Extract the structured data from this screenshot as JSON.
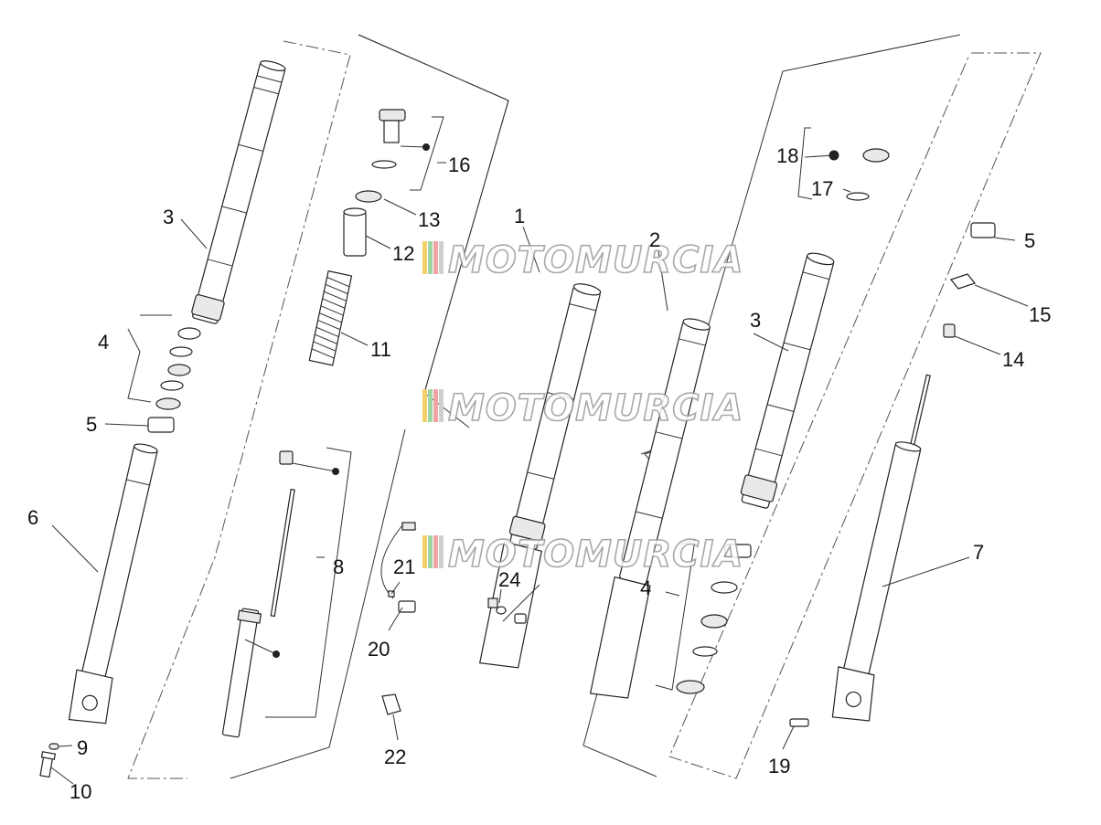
{
  "watermark": "MOTOMURCIA",
  "callouts": [
    {
      "id": "c1",
      "label": "1"
    },
    {
      "id": "c2",
      "label": "2"
    },
    {
      "id": "c3a",
      "label": "3"
    },
    {
      "id": "c3b",
      "label": "3"
    },
    {
      "id": "c4a",
      "label": "4"
    },
    {
      "id": "c4b",
      "label": "4"
    },
    {
      "id": "c5a",
      "label": "5"
    },
    {
      "id": "c5b",
      "label": "5"
    },
    {
      "id": "c6",
      "label": "6"
    },
    {
      "id": "c7",
      "label": "7"
    },
    {
      "id": "c8",
      "label": "8"
    },
    {
      "id": "c9",
      "label": "9"
    },
    {
      "id": "c10",
      "label": "10"
    },
    {
      "id": "c11",
      "label": "11"
    },
    {
      "id": "c12",
      "label": "12"
    },
    {
      "id": "c13",
      "label": "13"
    },
    {
      "id": "c14",
      "label": "14"
    },
    {
      "id": "c15",
      "label": "15"
    },
    {
      "id": "c16",
      "label": "16"
    },
    {
      "id": "c17",
      "label": "17"
    },
    {
      "id": "c18",
      "label": "18"
    },
    {
      "id": "c19",
      "label": "19"
    },
    {
      "id": "c20",
      "label": "20"
    },
    {
      "id": "c21",
      "label": "21"
    },
    {
      "id": "c22",
      "label": "22"
    },
    {
      "id": "c24",
      "label": "24"
    }
  ]
}
